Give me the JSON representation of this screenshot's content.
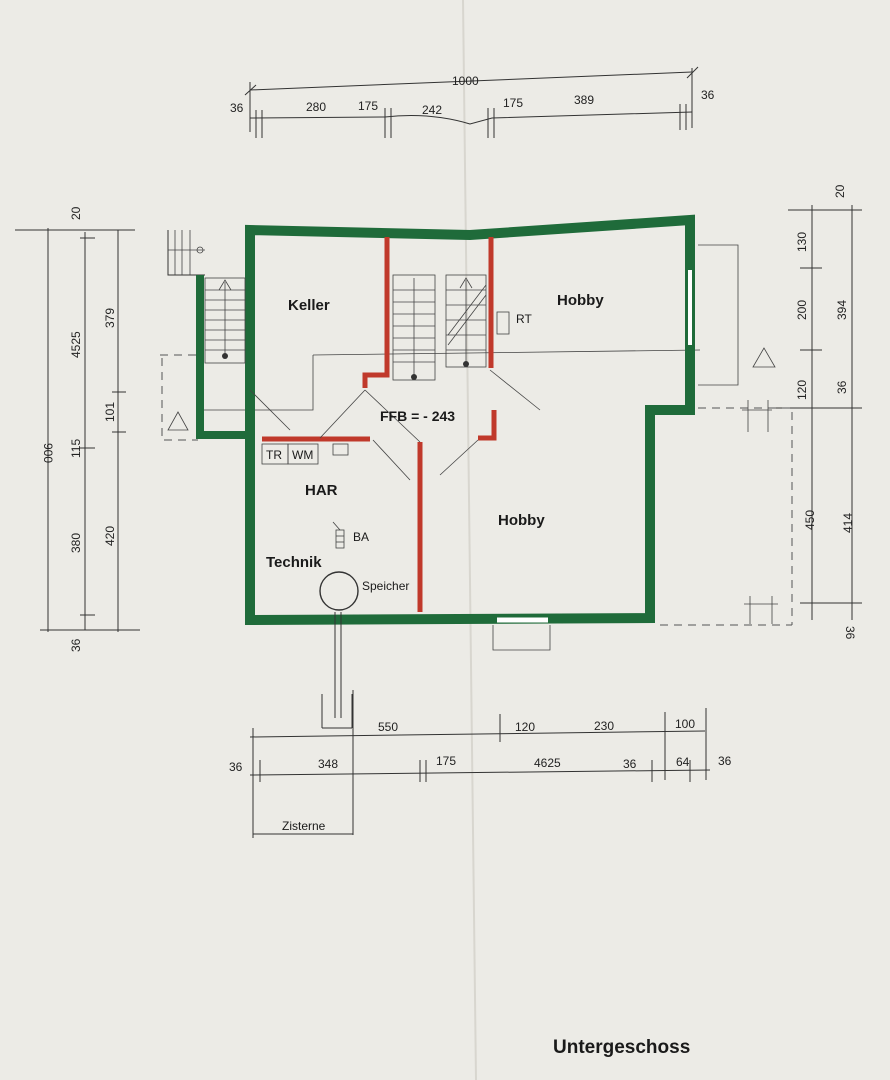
{
  "plan": {
    "title": "Untergeschoss",
    "level_label": "FFB = - 243",
    "rooms": {
      "keller": "Keller",
      "hobby_top": "Hobby",
      "hobby_bottom": "Hobby",
      "har": "HAR",
      "technik": "Technik"
    },
    "fixtures": {
      "tr": "TR",
      "wm": "WM",
      "ba": "BA",
      "rt": "RT",
      "speicher": "Speicher",
      "zisterne": "Zisterne"
    }
  },
  "dimensions": {
    "top": {
      "overall": "1000",
      "segments": [
        "36",
        "280",
        "175",
        "242",
        "175",
        "389",
        "36"
      ]
    },
    "bottom": {
      "row1": [
        "550",
        "120",
        "230",
        "100"
      ],
      "row2": [
        "36",
        "348",
        "175",
        "4625",
        "36",
        "64",
        "36"
      ]
    },
    "left": {
      "overall": "900",
      "outer": [
        "20",
        "4525",
        "115",
        "380",
        "36"
      ],
      "inner": [
        "379",
        "101",
        "420"
      ]
    },
    "right": {
      "outer": [
        "20",
        "130",
        "200",
        "120",
        "450",
        "36"
      ],
      "inner": [
        "394",
        "36",
        "414"
      ]
    }
  },
  "colors": {
    "exterior_wall": "#1f6b3a",
    "interior_wall": "#c0392b",
    "paper": "#ecebe6"
  }
}
